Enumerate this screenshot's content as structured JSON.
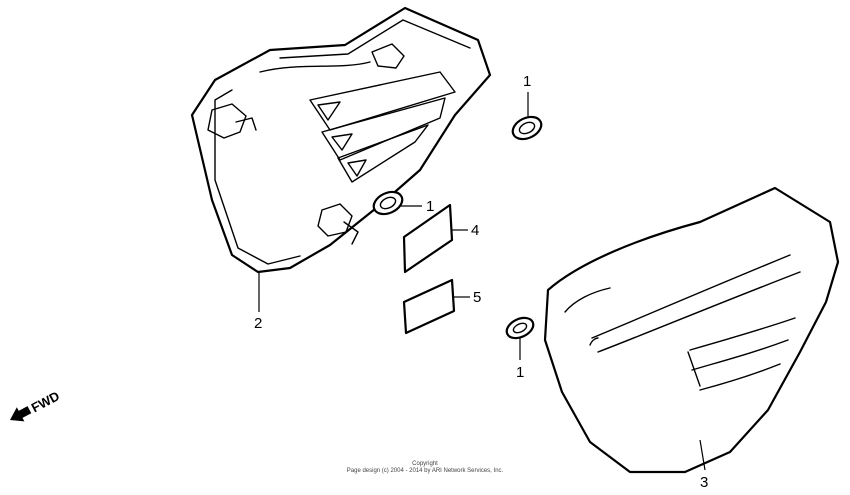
{
  "callouts": {
    "grommet_top": "1",
    "grommet_middle": "1",
    "grommet_bottom": "1",
    "left_cover": "2",
    "right_cover": "3",
    "emblem_upper": "4",
    "emblem_lower": "5"
  },
  "direction_label": "FWD",
  "copyright": {
    "line1": "Copyright",
    "line2": "Page design (c) 2004 - 2014 by ARI Network Services, Inc."
  }
}
